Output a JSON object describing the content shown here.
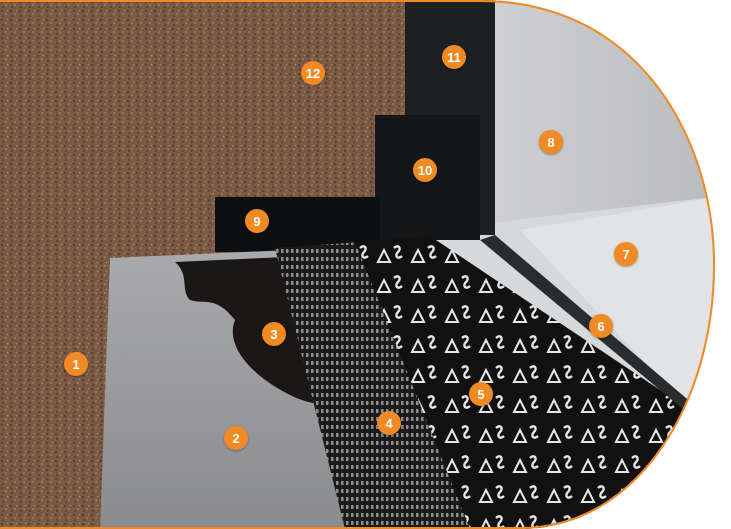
{
  "colors": {
    "accent": "#F08A24",
    "soil": "#7B5A44",
    "slab": "#9A9B9D",
    "membrane": "#141414",
    "wall": "#C9CACC"
  },
  "markers": [
    {
      "id": "1",
      "label": "1"
    },
    {
      "id": "2",
      "label": "2"
    },
    {
      "id": "3",
      "label": "3"
    },
    {
      "id": "4",
      "label": "4"
    },
    {
      "id": "5",
      "label": "5"
    },
    {
      "id": "6",
      "label": "6"
    },
    {
      "id": "7",
      "label": "7"
    },
    {
      "id": "8",
      "label": "8"
    },
    {
      "id": "9",
      "label": "9"
    },
    {
      "id": "10",
      "label": "10"
    },
    {
      "id": "11",
      "label": "11"
    },
    {
      "id": "12",
      "label": "12"
    }
  ]
}
